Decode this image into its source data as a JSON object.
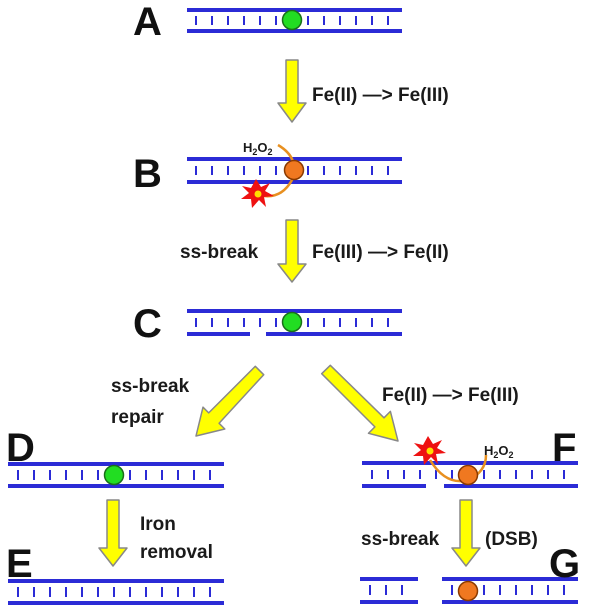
{
  "stages": {
    "A": "A",
    "B": "B",
    "C": "C",
    "D": "D",
    "E": "E",
    "F": "F",
    "G": "G"
  },
  "steps": {
    "a_to_b": "Fe(II) —> Fe(III)",
    "b_to_c_break": "ss-break",
    "b_to_c_redox": "Fe(III) —> Fe(II)",
    "c_to_d_line1": "ss-break",
    "c_to_d_line2": "repair",
    "c_to_f": "Fe(II) —> Fe(III)",
    "d_to_e_line1": "Iron",
    "d_to_e_line2": "removal",
    "f_to_g_break": "ss-break",
    "f_to_g_dsb": "(DSB)"
  },
  "reactant": {
    "base": "H",
    "sub1": "2",
    "mid": "O",
    "sub2": "2"
  },
  "colors": {
    "dna_strand": "#2b2bd6",
    "fe2_ion": "#22dd22",
    "fe3_ion": "#f07820",
    "arrow_fill": "#ffff00",
    "arrow_stroke": "#888888",
    "damage_burst": "#ee1111",
    "damage_core": "#ffdd00",
    "reaction_arc": "#e89020"
  },
  "icons": {
    "fe2": "green-circle",
    "fe3": "orange-circle",
    "damage": "red-starburst",
    "transition": "yellow-block-arrow"
  }
}
